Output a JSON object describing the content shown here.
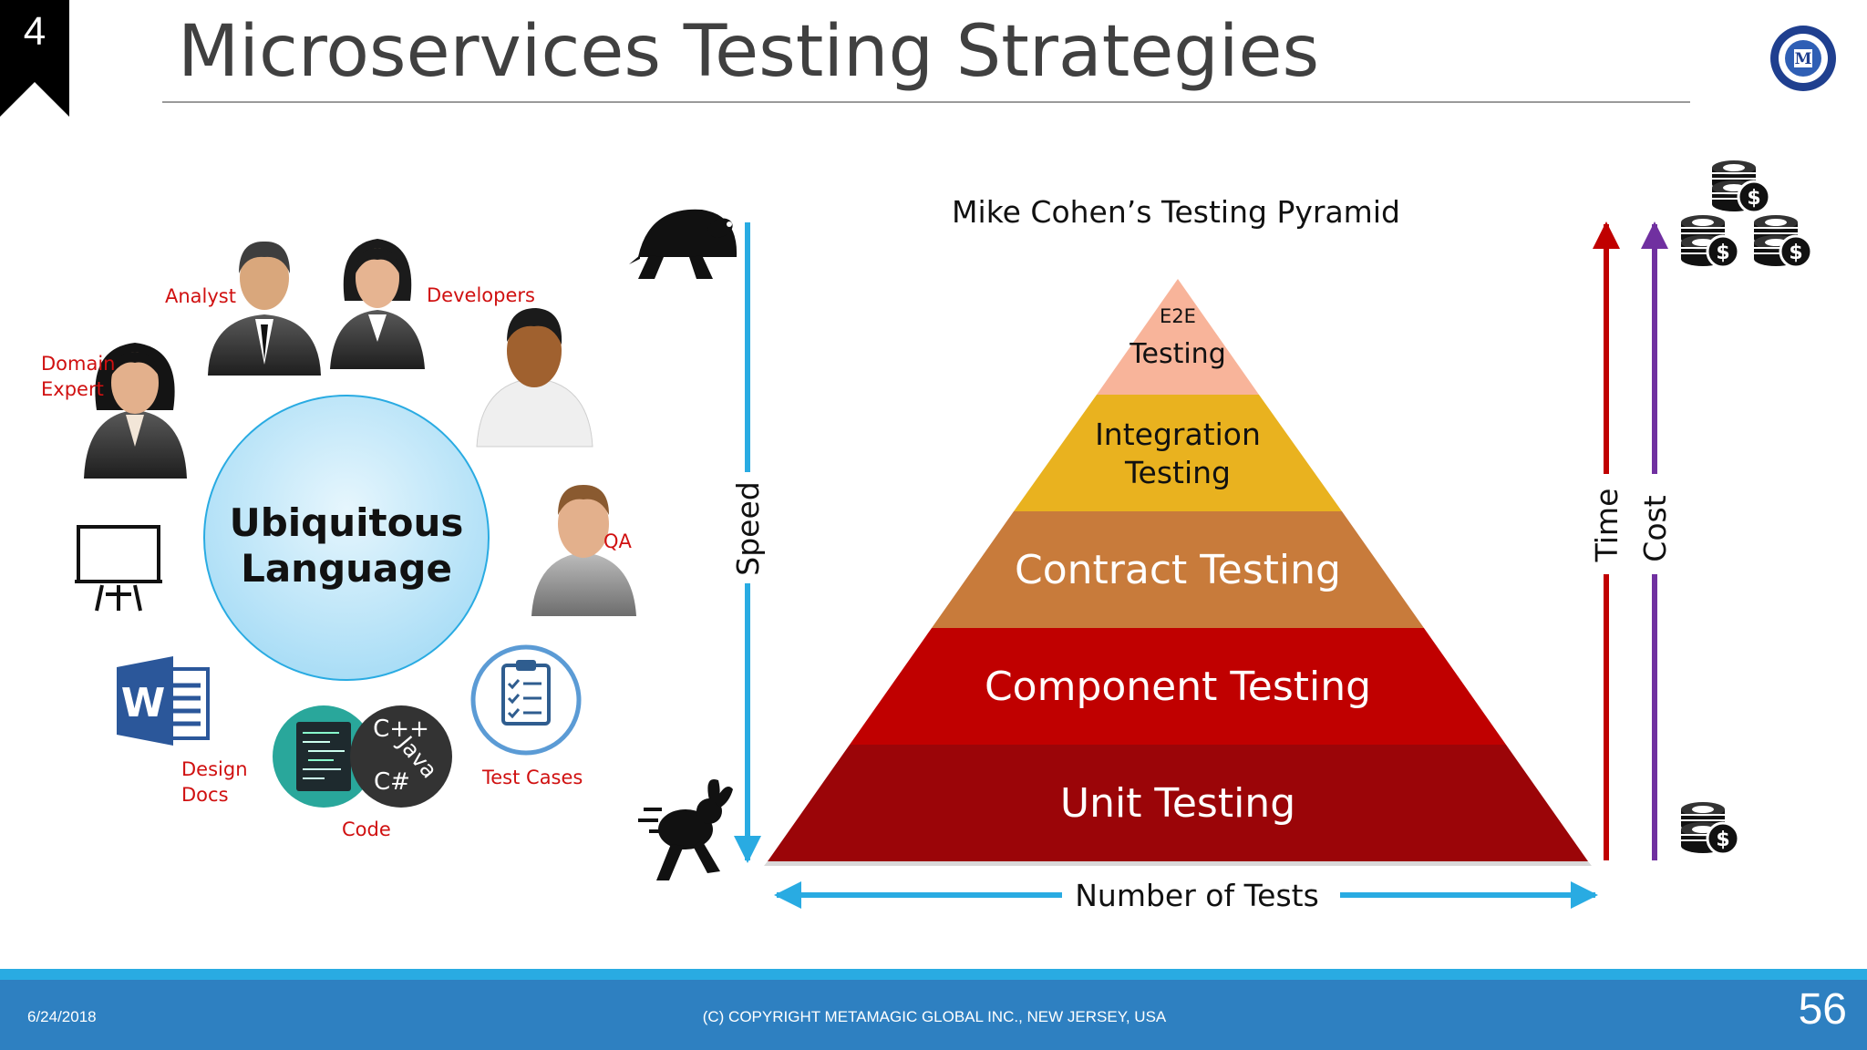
{
  "slide": {
    "section_number": "4",
    "title": "Microservices Testing Strategies"
  },
  "footer": {
    "date": "6/24/2018",
    "copyright": "(C) COPYRIGHT METAMAGIC GLOBAL INC., NEW JERSEY, USA",
    "page": "56"
  },
  "left_diagram": {
    "center_label_line1": "Ubiquitous",
    "center_label_line2": "Language",
    "roles": {
      "analyst": "Analyst",
      "developers": "Developers",
      "domain_expert_line1": "Domain",
      "domain_expert_line2": "Expert",
      "qa": "QA",
      "design_docs_line1": "Design",
      "design_docs_line2": "Docs",
      "code": "Code",
      "test_cases": "Test Cases"
    },
    "code_languages": [
      "C++",
      "Java",
      "C#"
    ],
    "word_icon_letter": "W"
  },
  "pyramid": {
    "title": "Mike Cohen’s Testing Pyramid",
    "tiers": [
      {
        "line1": "E2E",
        "line2": "Testing",
        "color": "#F8B49A"
      },
      {
        "line1": "Integration",
        "line2": "Testing",
        "color": "#E9B21F"
      },
      {
        "line1": "Contract Testing",
        "line2": "",
        "color": "#C87B3B"
      },
      {
        "line1": "Component Testing",
        "line2": "",
        "color": "#C00000"
      },
      {
        "line1": "Unit Testing",
        "line2": "",
        "color": "#9B0508"
      }
    ],
    "axis_speed": "Speed",
    "axis_time": "Time",
    "axis_cost": "Cost",
    "axis_number_of_tests": "Number of Tests",
    "colors": {
      "speed_arrow": "#29ABE2",
      "time_arrow": "#C00000",
      "cost_arrow": "#7030A0"
    }
  },
  "icons": [
    "turtle-icon",
    "rabbit-icon",
    "coins-stack-large-icon",
    "coins-stack-small-icon",
    "whiteboard-icon",
    "word-doc-icon",
    "clipboard-icon",
    "code-icon",
    "person-icon"
  ]
}
